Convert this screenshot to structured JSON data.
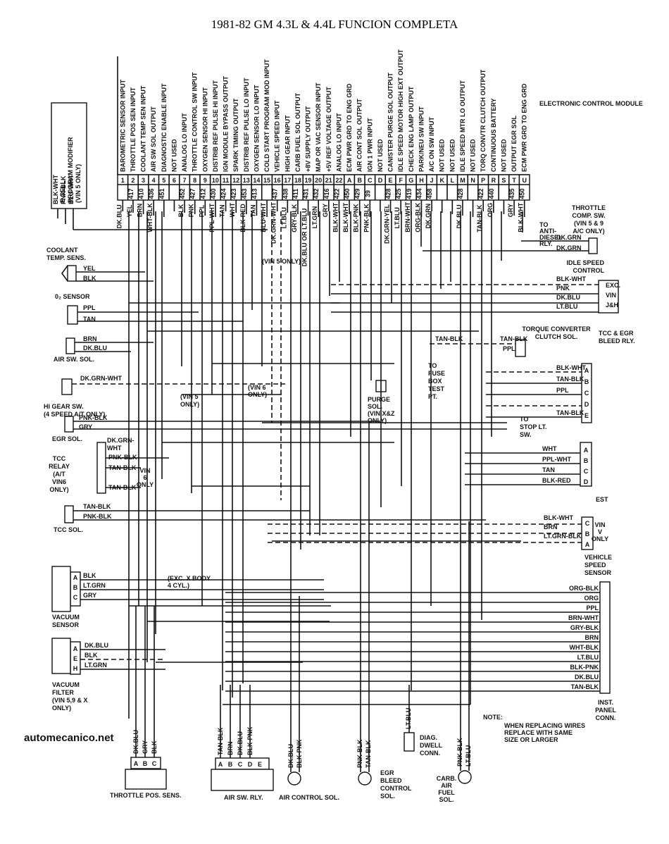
{
  "title": "1981-82 GM 4.3L & 4.4L FUNCION COMPLETA",
  "watermark": "automecanico.net",
  "ecm": {
    "name": "ELECTRONIC CONTROL MODULE",
    "pins": [
      {
        "pin": "1",
        "circuit": "",
        "function": "BAROMETRIC SENSOR INPUT",
        "wire": "DK.BLU"
      },
      {
        "pin": "2",
        "circuit": "417",
        "function": "THROTTLE POS SEN INPUT",
        "wire": "YEL"
      },
      {
        "pin": "3",
        "circuit": "410",
        "function": "COOLANT TEMP SEN INPUT",
        "wire": "BRN"
      },
      {
        "pin": "4",
        "circuit": "436",
        "function": "AIR SW SOL OUTPUT",
        "wire": "WHT-BLK"
      },
      {
        "pin": "5",
        "circuit": "451",
        "function": "DIAGNOSTIC ENABLE INPUT",
        "wire": ""
      },
      {
        "pin": "6",
        "circuit": "",
        "function": "NOT USED",
        "wire": ""
      },
      {
        "pin": "7",
        "circuit": "452",
        "function": "ANALOG LO INPUT",
        "wire": "BLK"
      },
      {
        "pin": "8",
        "circuit": "427",
        "function": "THROTTLE CONTROL SW INPUT",
        "wire": "PNK"
      },
      {
        "pin": "9",
        "circuit": "412",
        "function": "OXYGEN SENSOR HI INPUT",
        "wire": "PPL"
      },
      {
        "pin": "10",
        "circuit": "430",
        "function": "DISTRIB REF PULSE HI INPUT",
        "wire": "PPL-WHT"
      },
      {
        "pin": "11",
        "circuit": "424",
        "function": "IGN MODULE BYPASS OUTPUT",
        "wire": "TAN"
      },
      {
        "pin": "12",
        "circuit": "423",
        "function": "SPARK TIMING OUTPUT",
        "wire": "WHT"
      },
      {
        "pin": "13",
        "circuit": "453",
        "function": "DISTRIB REF PULSE LO INPUT",
        "wire": "BLK-RED"
      },
      {
        "pin": "14",
        "circuit": "413",
        "function": "OXYGEN SENSOR LO INPUT",
        "wire": "TAN"
      },
      {
        "pin": "15",
        "circuit": "",
        "function": "COLD START PROGRAM MOD INPUT",
        "wire": "BLU-WHT"
      },
      {
        "pin": "16",
        "circuit": "437",
        "function": "VEHICLE SPEED INPUT",
        "wire": "DK.GRN-WHT"
      },
      {
        "pin": "17",
        "circuit": "438",
        "function": "HIGH GEAR INPUT",
        "wire": "LT.BLU"
      },
      {
        "pin": "18",
        "circuit": "411",
        "function": "CARB FUEL SOL OUTPUT",
        "wire": "GRY-BLK"
      },
      {
        "pin": "19",
        "circuit": "431",
        "function": "+8V SUPPLY OUTPUT",
        "wire": "DK.BLU OR LT.BLU"
      },
      {
        "pin": "20",
        "circuit": "432",
        "function": "MAP OR VAC SENSOR INPUT",
        "wire": "LT.GRN"
      },
      {
        "pin": "21",
        "circuit": "416",
        "function": "+5V REF VOLTAGE OUTPUT",
        "wire": "GRY"
      },
      {
        "pin": "22",
        "circuit": "422",
        "function": "ANALOG LO INPUT",
        "wire": "BLK-WHT"
      },
      {
        "pin": "A",
        "circuit": "450",
        "function": "ECM PWR GRD TO ENG GRD",
        "wire": "BLK-WHT"
      },
      {
        "pin": "B",
        "circuit": "429",
        "function": "AIR CONT SOL OUTPUT",
        "wire": "BLK-PNK"
      },
      {
        "pin": "C",
        "circuit": "39",
        "function": "IGN 1 PWR INPUT",
        "wire": "PNK-BLK"
      },
      {
        "pin": "D",
        "circuit": "",
        "function": "NOT USED",
        "wire": ""
      },
      {
        "pin": "E",
        "circuit": "428",
        "function": "CANISTER PURGE SOL OUTPUT",
        "wire": "DK.GRN-YEL"
      },
      {
        "pin": "F",
        "circuit": "425",
        "function": "IDLE SPEED MOTOR HIGH EXT OUTPUT",
        "wire": "LT.BLU"
      },
      {
        "pin": "G",
        "circuit": "419",
        "function": "CHECK ENG LAMP OUTPUT",
        "wire": "BRN-WHT"
      },
      {
        "pin": "H",
        "circuit": "434",
        "function": "PARK/NEU SW INPUT",
        "wire": "ORG-BLK"
      },
      {
        "pin": "J",
        "circuit": "458",
        "function": "A/C ON SW INPUT",
        "wire": "DK.GRN"
      },
      {
        "pin": "K",
        "circuit": "",
        "function": "NOT USED",
        "wire": ""
      },
      {
        "pin": "L",
        "circuit": "",
        "function": "NOT USED",
        "wire": ""
      },
      {
        "pin": "M",
        "circuit": "428",
        "function": "IDLE SPEED MTR LO OUTPUT",
        "wire": "DK.BLU"
      },
      {
        "pin": "N",
        "circuit": "",
        "function": "NOT USED",
        "wire": ""
      },
      {
        "pin": "P",
        "circuit": "422",
        "function": "TORQ CONVTR CLUTCH OUTPUT",
        "wire": "TAN-BLK"
      },
      {
        "pin": "R",
        "circuit": "440",
        "function": "CONTINUOUS BATTERY",
        "wire": "ORG"
      },
      {
        "pin": "S",
        "circuit": "",
        "function": "NOT USED",
        "wire": ""
      },
      {
        "pin": "T",
        "circuit": "435",
        "function": "OUTPUT EGR SOL",
        "wire": "GRY"
      },
      {
        "pin": "U",
        "circuit": "450",
        "function": "ECM PWR GRD TO ENG GRD",
        "wire": "BLK-WHT"
      }
    ]
  },
  "left": {
    "ecell": {
      "lines": [
        "E CELL",
        "PROGRAM MODIFIER",
        "(VIN 5 ONLY)"
      ],
      "wires": [
        "BLK-WHT",
        "PNK-BLK",
        "BLU-WHT"
      ]
    },
    "coolant": {
      "name": [
        "COOLANT",
        "TEMP. SENS."
      ],
      "wires": [
        "YEL",
        "BLK"
      ]
    },
    "o2": {
      "name": "0₂ SENSOR",
      "wires": [
        "PPL",
        "TAN"
      ]
    },
    "airsw": {
      "name": "AIR SW. SOL.",
      "wires": [
        "BRN",
        "DK.BLU"
      ]
    },
    "higear": {
      "name": [
        "HI GEAR SW.",
        "(4 SPEED A/T ONLY)"
      ],
      "wire": "DK.GRN-WHT"
    },
    "egr": {
      "name": "EGR SOL.",
      "wires": [
        "PNK-BLK",
        "GRY"
      ]
    },
    "tccrelay": {
      "name": [
        "TCC",
        "RELAY",
        "(A/T",
        "VIN6",
        "ONLY)"
      ],
      "wires": [
        "DK.GRN-",
        "WHT",
        "PNK-BLK",
        "TAN-BLK",
        "TAN-BLK"
      ],
      "note": [
        "VIN",
        "6",
        "ONLY"
      ]
    },
    "tccsol": {
      "name": "TCC SOL.",
      "wires": [
        "TAN-BLK",
        "PNK-BLK"
      ]
    },
    "vacsensor": {
      "name": [
        "VACUUM",
        "SENSOR"
      ],
      "pins": [
        "A",
        "B",
        "C"
      ],
      "wires": [
        "BLK",
        "LT.GRN",
        "GRY"
      ]
    },
    "vacfilter": {
      "name": [
        "VACUUM",
        "FILTER",
        "(VIN 5,9 & X",
        "ONLY)"
      ],
      "pins": [
        "A",
        "E",
        "H"
      ],
      "wires": [
        "DK.BLU",
        "BLK",
        "LT.GRN"
      ]
    }
  },
  "notes": {
    "vin5": [
      "(VIN 5 ONLY)"
    ],
    "vin5b": [
      "(VIN 5",
      "ONLY)"
    ],
    "vin6": [
      "(VIN 6",
      "ONLY)"
    ],
    "excx": [
      "(EXC. X BODY",
      "4 CYL.)"
    ],
    "purge": [
      "PURGE",
      "SOL.",
      "(VIN X&Z",
      "ONLY)"
    ]
  },
  "right": {
    "tpsw": {
      "name": [
        "THROTTLE",
        "COMP. SW.",
        "(VIN 5 & 9",
        "A/C ONLY)"
      ],
      "wires": [
        "DK.GRN",
        "DK.GRN"
      ],
      "relay": [
        "TO",
        "ANTI-",
        "DIESEL",
        "RLY."
      ]
    },
    "isc": {
      "name": [
        "IDLE SPEED",
        "CONTROL"
      ],
      "wires": [
        "BLK-WHT",
        "PNK",
        "DK.BLU",
        "LT.BLU"
      ],
      "pins": [
        "EXC.",
        "VIN",
        "J&H"
      ]
    },
    "tcs": {
      "name": [
        "TORQUE CONVERTER",
        "CLUTCH SOL."
      ],
      "wires": [
        "TAN-BLK",
        "TAN-BLK",
        "PPL"
      ],
      "fuse": [
        "TO",
        "FUSE",
        "BOX",
        "TEST",
        "PT."
      ]
    },
    "bleed": {
      "name": [
        "TCC & EGR",
        "BLEED RLY."
      ],
      "pins": [
        "A",
        "B",
        "C",
        "D",
        "E"
      ],
      "wires": [
        "BLK-WHT",
        "TAN-BLK",
        "PPL",
        "",
        "TAN-BLK"
      ],
      "stop": [
        "TO",
        "STOP LT.",
        "SW."
      ]
    },
    "est": {
      "name": "EST",
      "pins": [
        "A",
        "B",
        "C",
        "D"
      ],
      "wires": [
        "WHT",
        "PPL-WHT",
        "TAN",
        "BLK-RED"
      ]
    },
    "vss": {
      "name": [
        "VEHICLE",
        "SPEED",
        "SENSOR"
      ],
      "pins": [
        "C",
        "B",
        "A"
      ],
      "wires": [
        "BLK-WHT",
        "BRN",
        "LT.GRN-BLK"
      ],
      "vin": [
        "VIN",
        "V",
        "ONLY"
      ]
    },
    "panel": {
      "name": [
        "INST.",
        "PANEL",
        "CONN."
      ],
      "wires": [
        "ORG-BLK",
        "ORG",
        "PPL",
        "BRN-WHT",
        "GRY-BLK",
        "BRN",
        "WHT-BLK",
        "LT.BLU",
        "BLK-PNK",
        "DK.BLU",
        "TAN-BLK"
      ]
    }
  },
  "bottom": {
    "tps": {
      "name": "THROTTLE POS. SENS.",
      "pins": [
        "A",
        "B",
        "C"
      ],
      "wires": [
        "DK.BLU",
        "GRY",
        "BLK"
      ]
    },
    "airrly": {
      "name": "AIR SW. RLY.",
      "pins": [
        "A",
        "B",
        "C",
        "D",
        "E"
      ],
      "wires": [
        "TAN-BLK",
        "BRN",
        "DK.BLU",
        "BLK-PNK"
      ]
    },
    "aircont": {
      "name": "AIR CONTROL SOL.",
      "wires": [
        "DK.BLU",
        "BLK-PNK"
      ]
    },
    "egrbleed": {
      "name": [
        "EGR",
        "BLEED",
        "CONTROL",
        "SOL."
      ],
      "wires": [
        "PNK-BLK",
        "TAN-BLK"
      ]
    },
    "diag": {
      "name": [
        "DIAG.",
        "DWELL",
        "CONN."
      ],
      "wire": "LT.BLU"
    },
    "carb": {
      "name": [
        "CARB.",
        "AIR",
        "FUEL",
        "SOL."
      ],
      "wires": [
        "PNK-BLK",
        "LT.BLU"
      ]
    },
    "note": [
      "NOTE:",
      "WHEN REPLACING WIRES",
      "REPLACE WITH SAME",
      "SIZE OR LARGER"
    ]
  }
}
